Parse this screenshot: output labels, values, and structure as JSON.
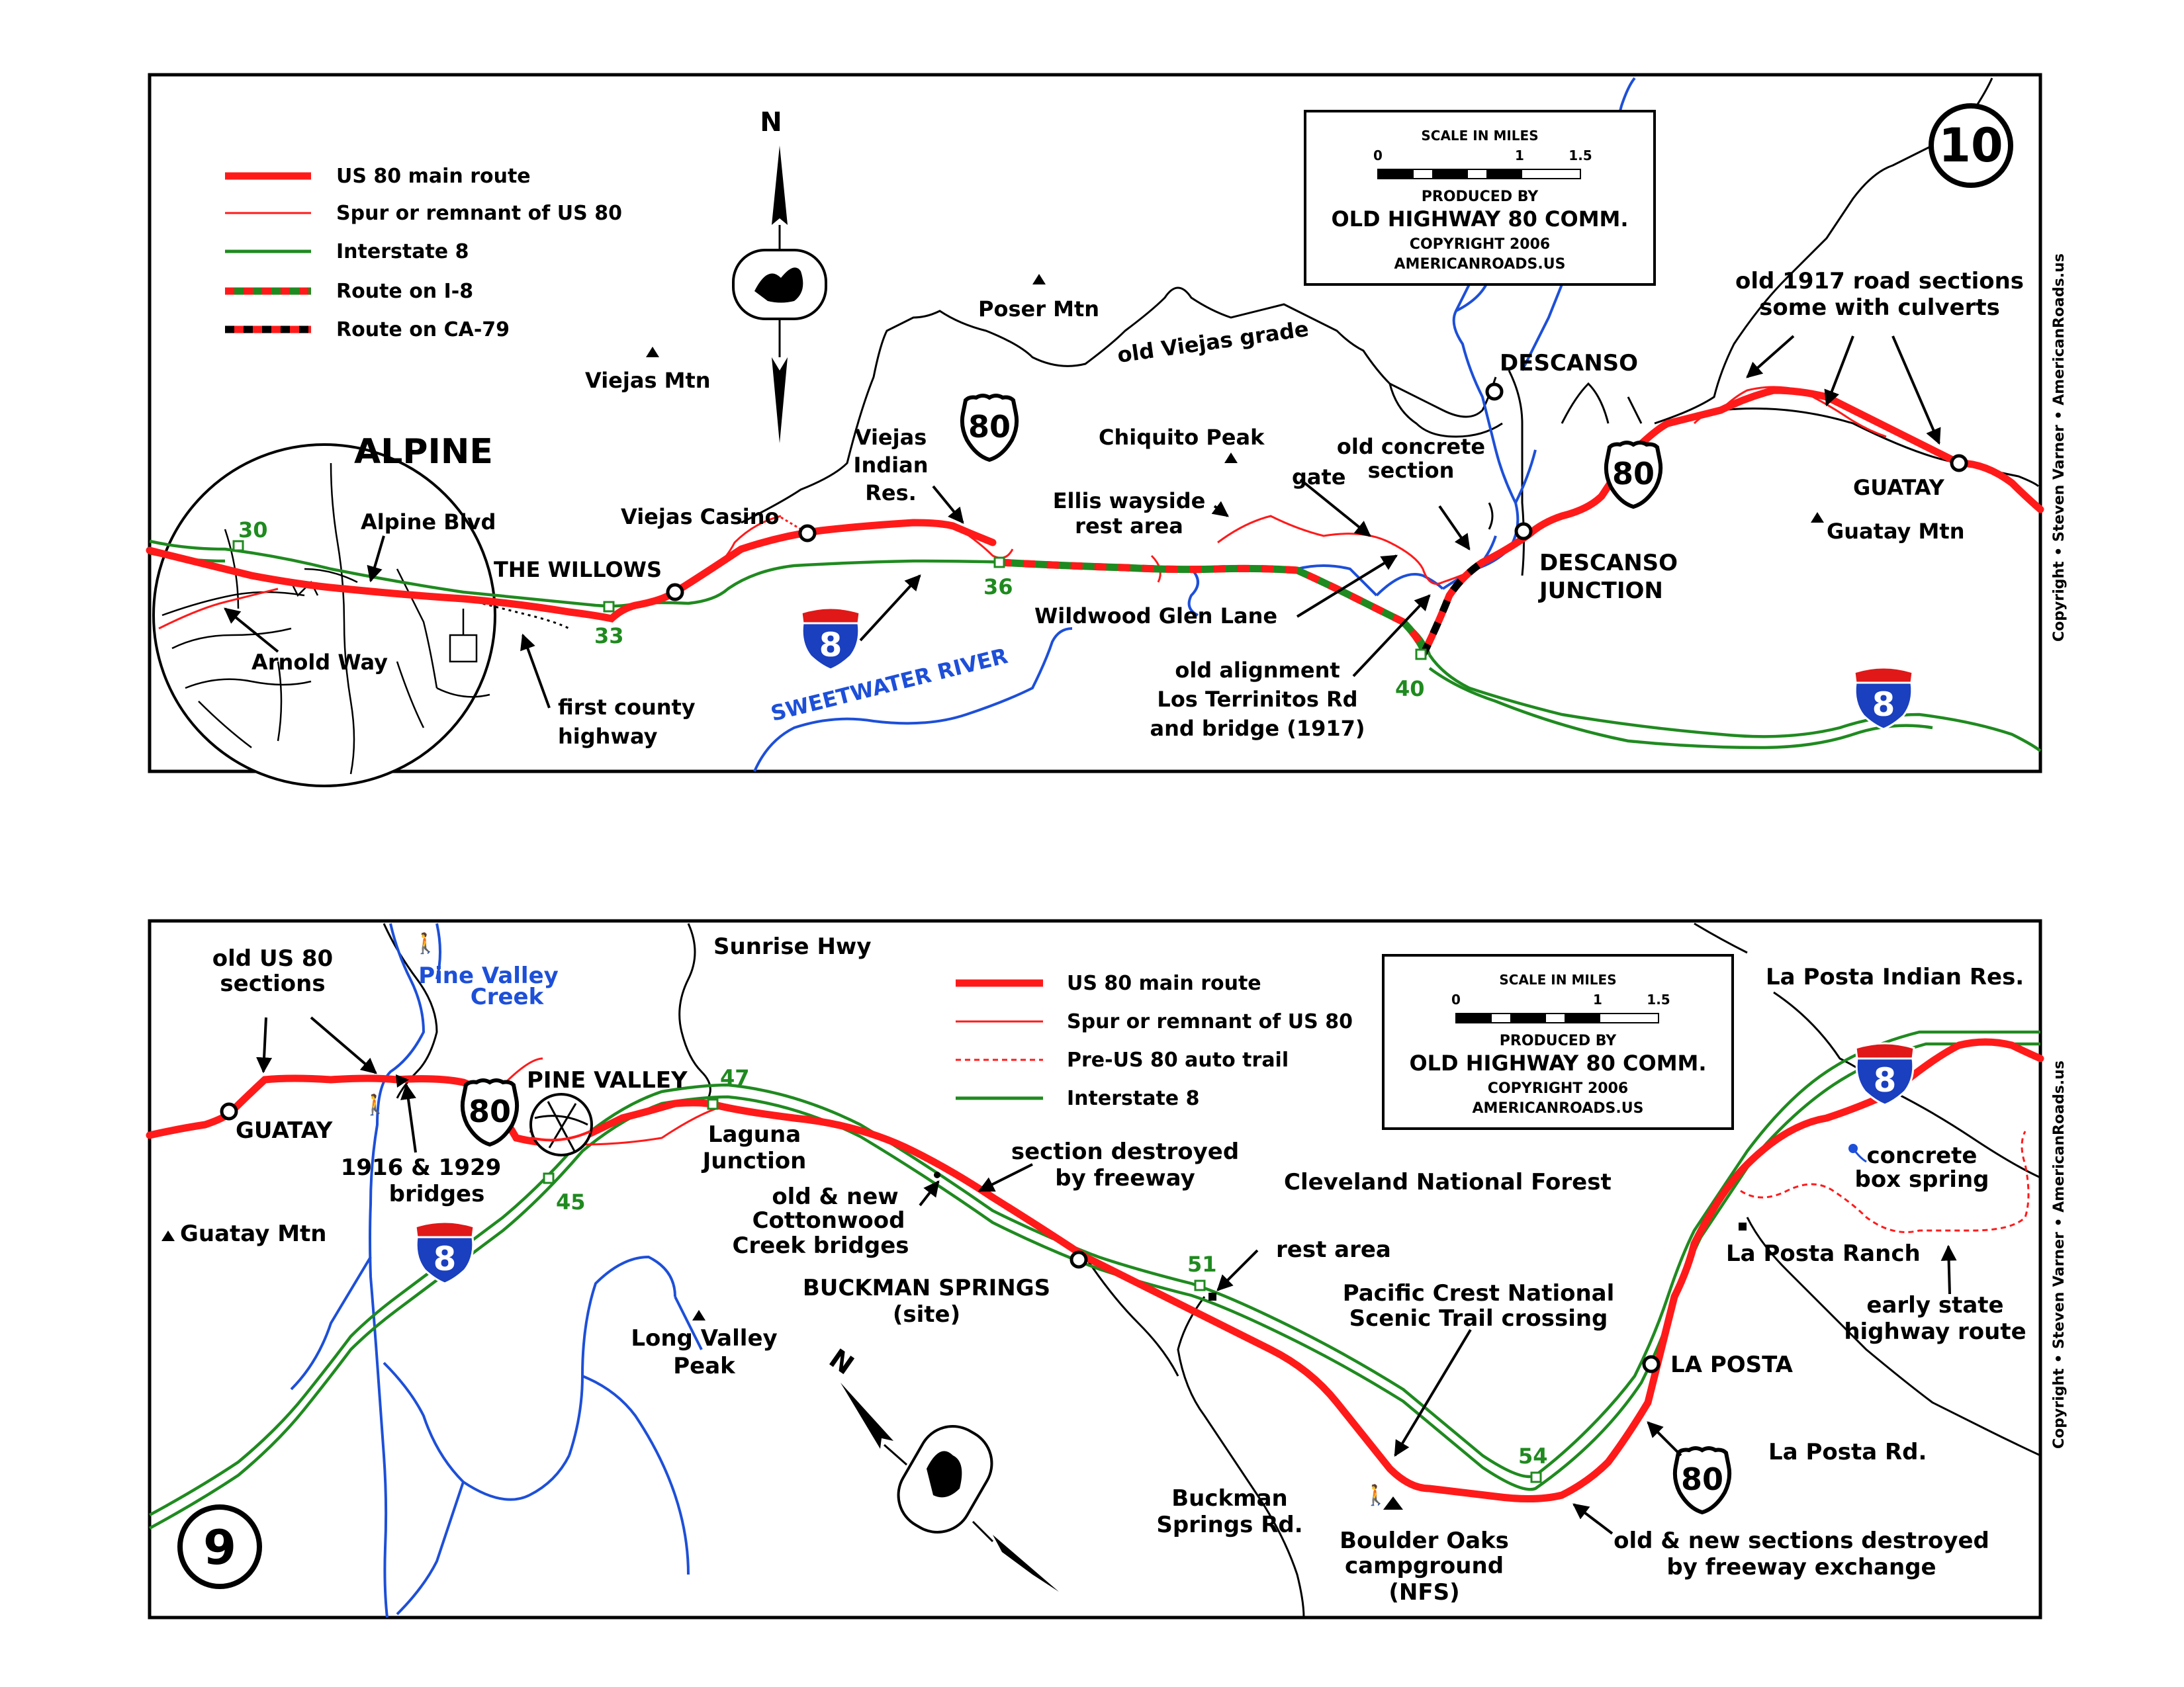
{
  "colors": {
    "us80": "#ff1a1a",
    "interstate": "#1f8a1f",
    "river": "#1d4fd8",
    "road": "#000000",
    "i8_blue": "#1a3fbf",
    "i8_red": "#e01818"
  },
  "map10": {
    "number": "10",
    "north": "N",
    "legend": [
      {
        "label": "US 80 main route",
        "style": "main"
      },
      {
        "label": "Spur or remnant of US 80",
        "style": "spur"
      },
      {
        "label": "Interstate 8",
        "style": "interstate"
      },
      {
        "label": "Route on I-8",
        "style": "on-i8"
      },
      {
        "label": "Route on CA-79",
        "style": "on-ca79"
      }
    ],
    "scale": {
      "title": "SCALE IN MILES",
      "ticks": [
        "0",
        "1",
        "1.5"
      ],
      "produced_by": "PRODUCED BY",
      "org": "OLD HIGHWAY 80 COMM.",
      "copyright": "COPYRIGHT 2006",
      "site": "AMERICANROADS.US"
    },
    "labels": {
      "alpine": "ALPINE",
      "alpine_blvd": "Alpine Blvd",
      "arnold_way": "Arnold Way",
      "first_county_1": "first county",
      "first_county_2": "highway",
      "the_willows": "THE WILLOWS",
      "viejas_casino": "Viejas Casino",
      "viejas_mtn": "Viejas Mtn",
      "viejas_res_1": "Viejas",
      "viejas_res_2": "Indian",
      "viejas_res_3": "Res.",
      "poser_mtn": "Poser Mtn",
      "old_viejas_grade": "old Viejas grade",
      "chiquito_peak": "Chiquito Peak",
      "ellis_1": "Ellis wayside",
      "ellis_2": "rest area",
      "gate": "gate",
      "old_concrete_1": "old concrete",
      "old_concrete_2": "section",
      "wildwood": "Wildwood Glen Lane",
      "old_alignment_1": "old alignment",
      "old_alignment_2": "Los Terrinitos Rd",
      "old_alignment_3": "and bridge (1917)",
      "descanso": "DESCANSO",
      "descanso_junction_1": "DESCANSO",
      "descanso_junction_2": "JUNCTION",
      "sweetwater": "SWEETWATER RIVER",
      "old_1917_1": "old 1917 road sections",
      "old_1917_2": "some with culverts",
      "guatay": "GUATAY",
      "guatay_mtn": "Guatay Mtn",
      "exit30": "30",
      "exit33": "33",
      "exit36": "36",
      "exit40": "40",
      "us80_shield": "80",
      "i8_shield": "8"
    }
  },
  "map9": {
    "number": "9",
    "north": "N",
    "legend": [
      {
        "label": "US 80 main route",
        "style": "main"
      },
      {
        "label": "Spur or remnant of US 80",
        "style": "spur"
      },
      {
        "label": "Pre-US 80 auto trail",
        "style": "trail"
      },
      {
        "label": "Interstate 8",
        "style": "interstate"
      }
    ],
    "scale": {
      "title": "SCALE IN MILES",
      "ticks": [
        "0",
        "1",
        "1.5"
      ],
      "produced_by": "PRODUCED BY",
      "org": "OLD HIGHWAY 80 COMM.",
      "copyright": "COPYRIGHT 2006",
      "site": "AMERICANROADS.US"
    },
    "labels": {
      "old_us80_1": "old US 80",
      "old_us80_2": "sections",
      "pine_valley_creek_1": "Pine Valley",
      "pine_valley_creek_2": "Creek",
      "sunrise_hwy": "Sunrise Hwy",
      "guatay": "GUATAY",
      "guatay_mtn": "Guatay Mtn",
      "bridges_1": "1916 & 1929",
      "bridges_2": "bridges",
      "pine_valley": "PINE VALLEY",
      "laguna_1": "Laguna",
      "laguna_2": "Junction",
      "section_destroyed_1": "section destroyed",
      "section_destroyed_2": "by freeway",
      "cottonwood_1": "old & new",
      "cottonwood_2": "Cottonwood",
      "cottonwood_3": "Creek bridges",
      "buckman_1": "BUCKMAN SPRINGS",
      "buckman_2": "(site)",
      "long_valley_1": "Long Valley",
      "long_valley_2": "Peak",
      "cleveland": "Cleveland National Forest",
      "rest_area": "rest area",
      "pct_1": "Pacific Crest National",
      "pct_2": "Scenic Trail crossing",
      "buckman_rd_1": "Buckman",
      "buckman_rd_2": "Springs Rd.",
      "boulder_1": "Boulder Oaks",
      "boulder_2": "campground",
      "boulder_3": "(NFS)",
      "exchange_1": "old & new sections destroyed",
      "exchange_2": "by freeway exchange",
      "la_posta": "LA POSTA",
      "la_posta_rd": "La Posta Rd.",
      "la_posta_ranch": "La Posta Ranch",
      "la_posta_res": "La Posta Indian Res.",
      "concrete_1": "concrete",
      "concrete_2": "box spring",
      "early_state_1": "early state",
      "early_state_2": "highway route",
      "exit45": "45",
      "exit47": "47",
      "exit51": "51",
      "exit54": "54",
      "us80_shield": "80",
      "i8_shield": "8"
    }
  },
  "copyright_side": "Copyright • Steven Varner • AmericanRoads.us"
}
